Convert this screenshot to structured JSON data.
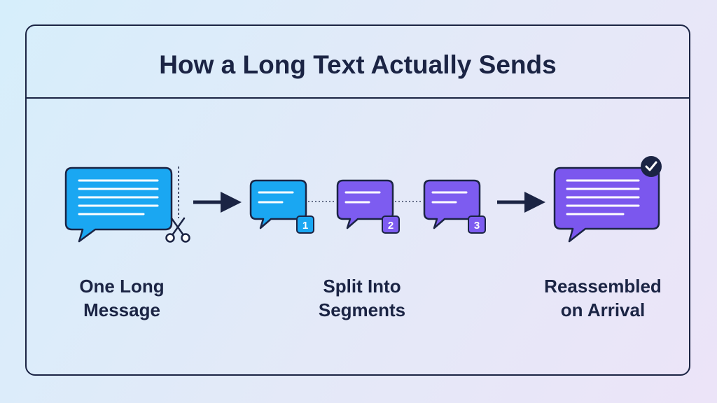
{
  "title": "How a Long Text Actually Sends",
  "stages": [
    {
      "line1": "One Long",
      "line2": "Message"
    },
    {
      "line1": "Split Into",
      "line2": "Segments"
    },
    {
      "line1": "Reassembled",
      "line2": "on Arrival"
    }
  ],
  "segments": [
    {
      "number": "1"
    },
    {
      "number": "2"
    },
    {
      "number": "3"
    }
  ],
  "icons": {
    "scissors": "scissors-icon",
    "check": "checkmark-icon"
  },
  "colors": {
    "outline": "#1b2444",
    "blue_bubble": "#1aa7f2",
    "purple_bubble": "#7d5cf0",
    "reassembled_bubble": "#7b57ee"
  }
}
